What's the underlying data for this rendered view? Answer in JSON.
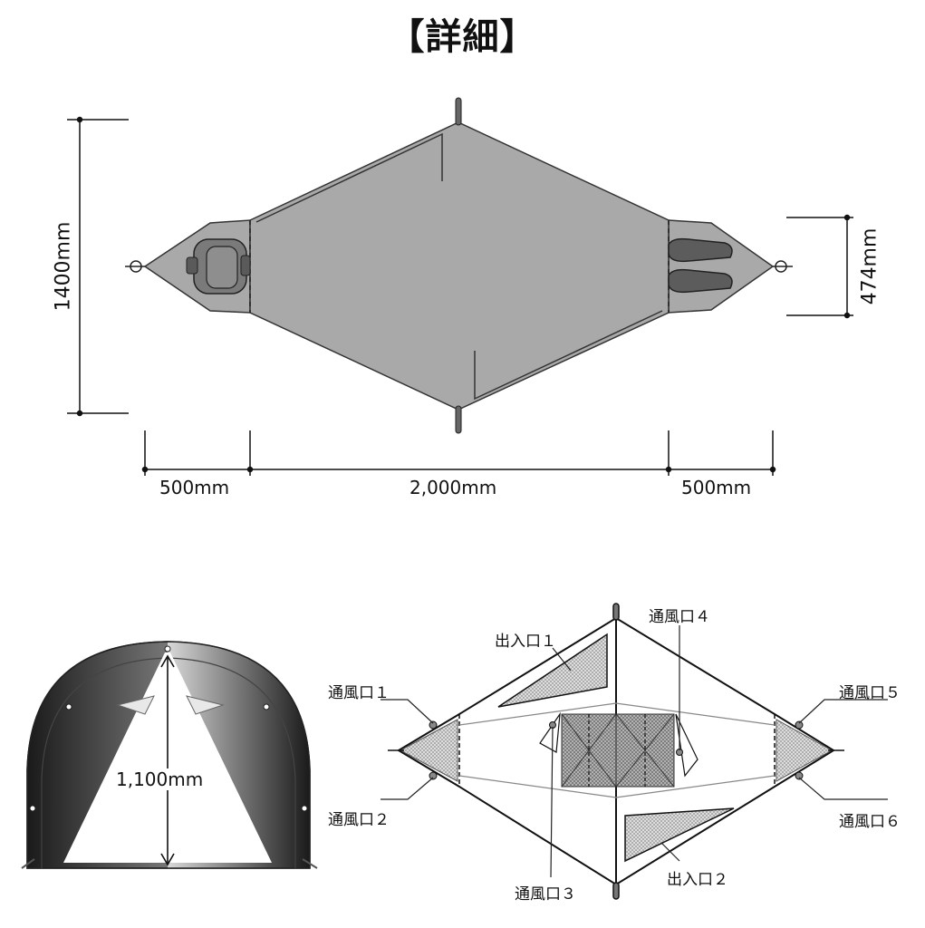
{
  "title": "【詳細】",
  "top_plan": {
    "width_label": "1400mm",
    "vestibule_depth_label": "474mm",
    "left_vestibule_label": "500mm",
    "inner_length_label": "2,000mm",
    "right_vestibule_label": "500mm"
  },
  "front_view": {
    "height_label": "1,100mm"
  },
  "vent_plan": {
    "entrance_1": "出入口１",
    "entrance_2": "出入口２",
    "vent_1": "通風口１",
    "vent_2": "通風口２",
    "vent_3": "通風口３",
    "vent_4": "通風口４",
    "vent_5": "通風口５",
    "vent_6": "通風口６"
  },
  "colors": {
    "floor_fill": "#a9a9a9",
    "outline": "#333333",
    "mesh": "#cfcfcf"
  }
}
